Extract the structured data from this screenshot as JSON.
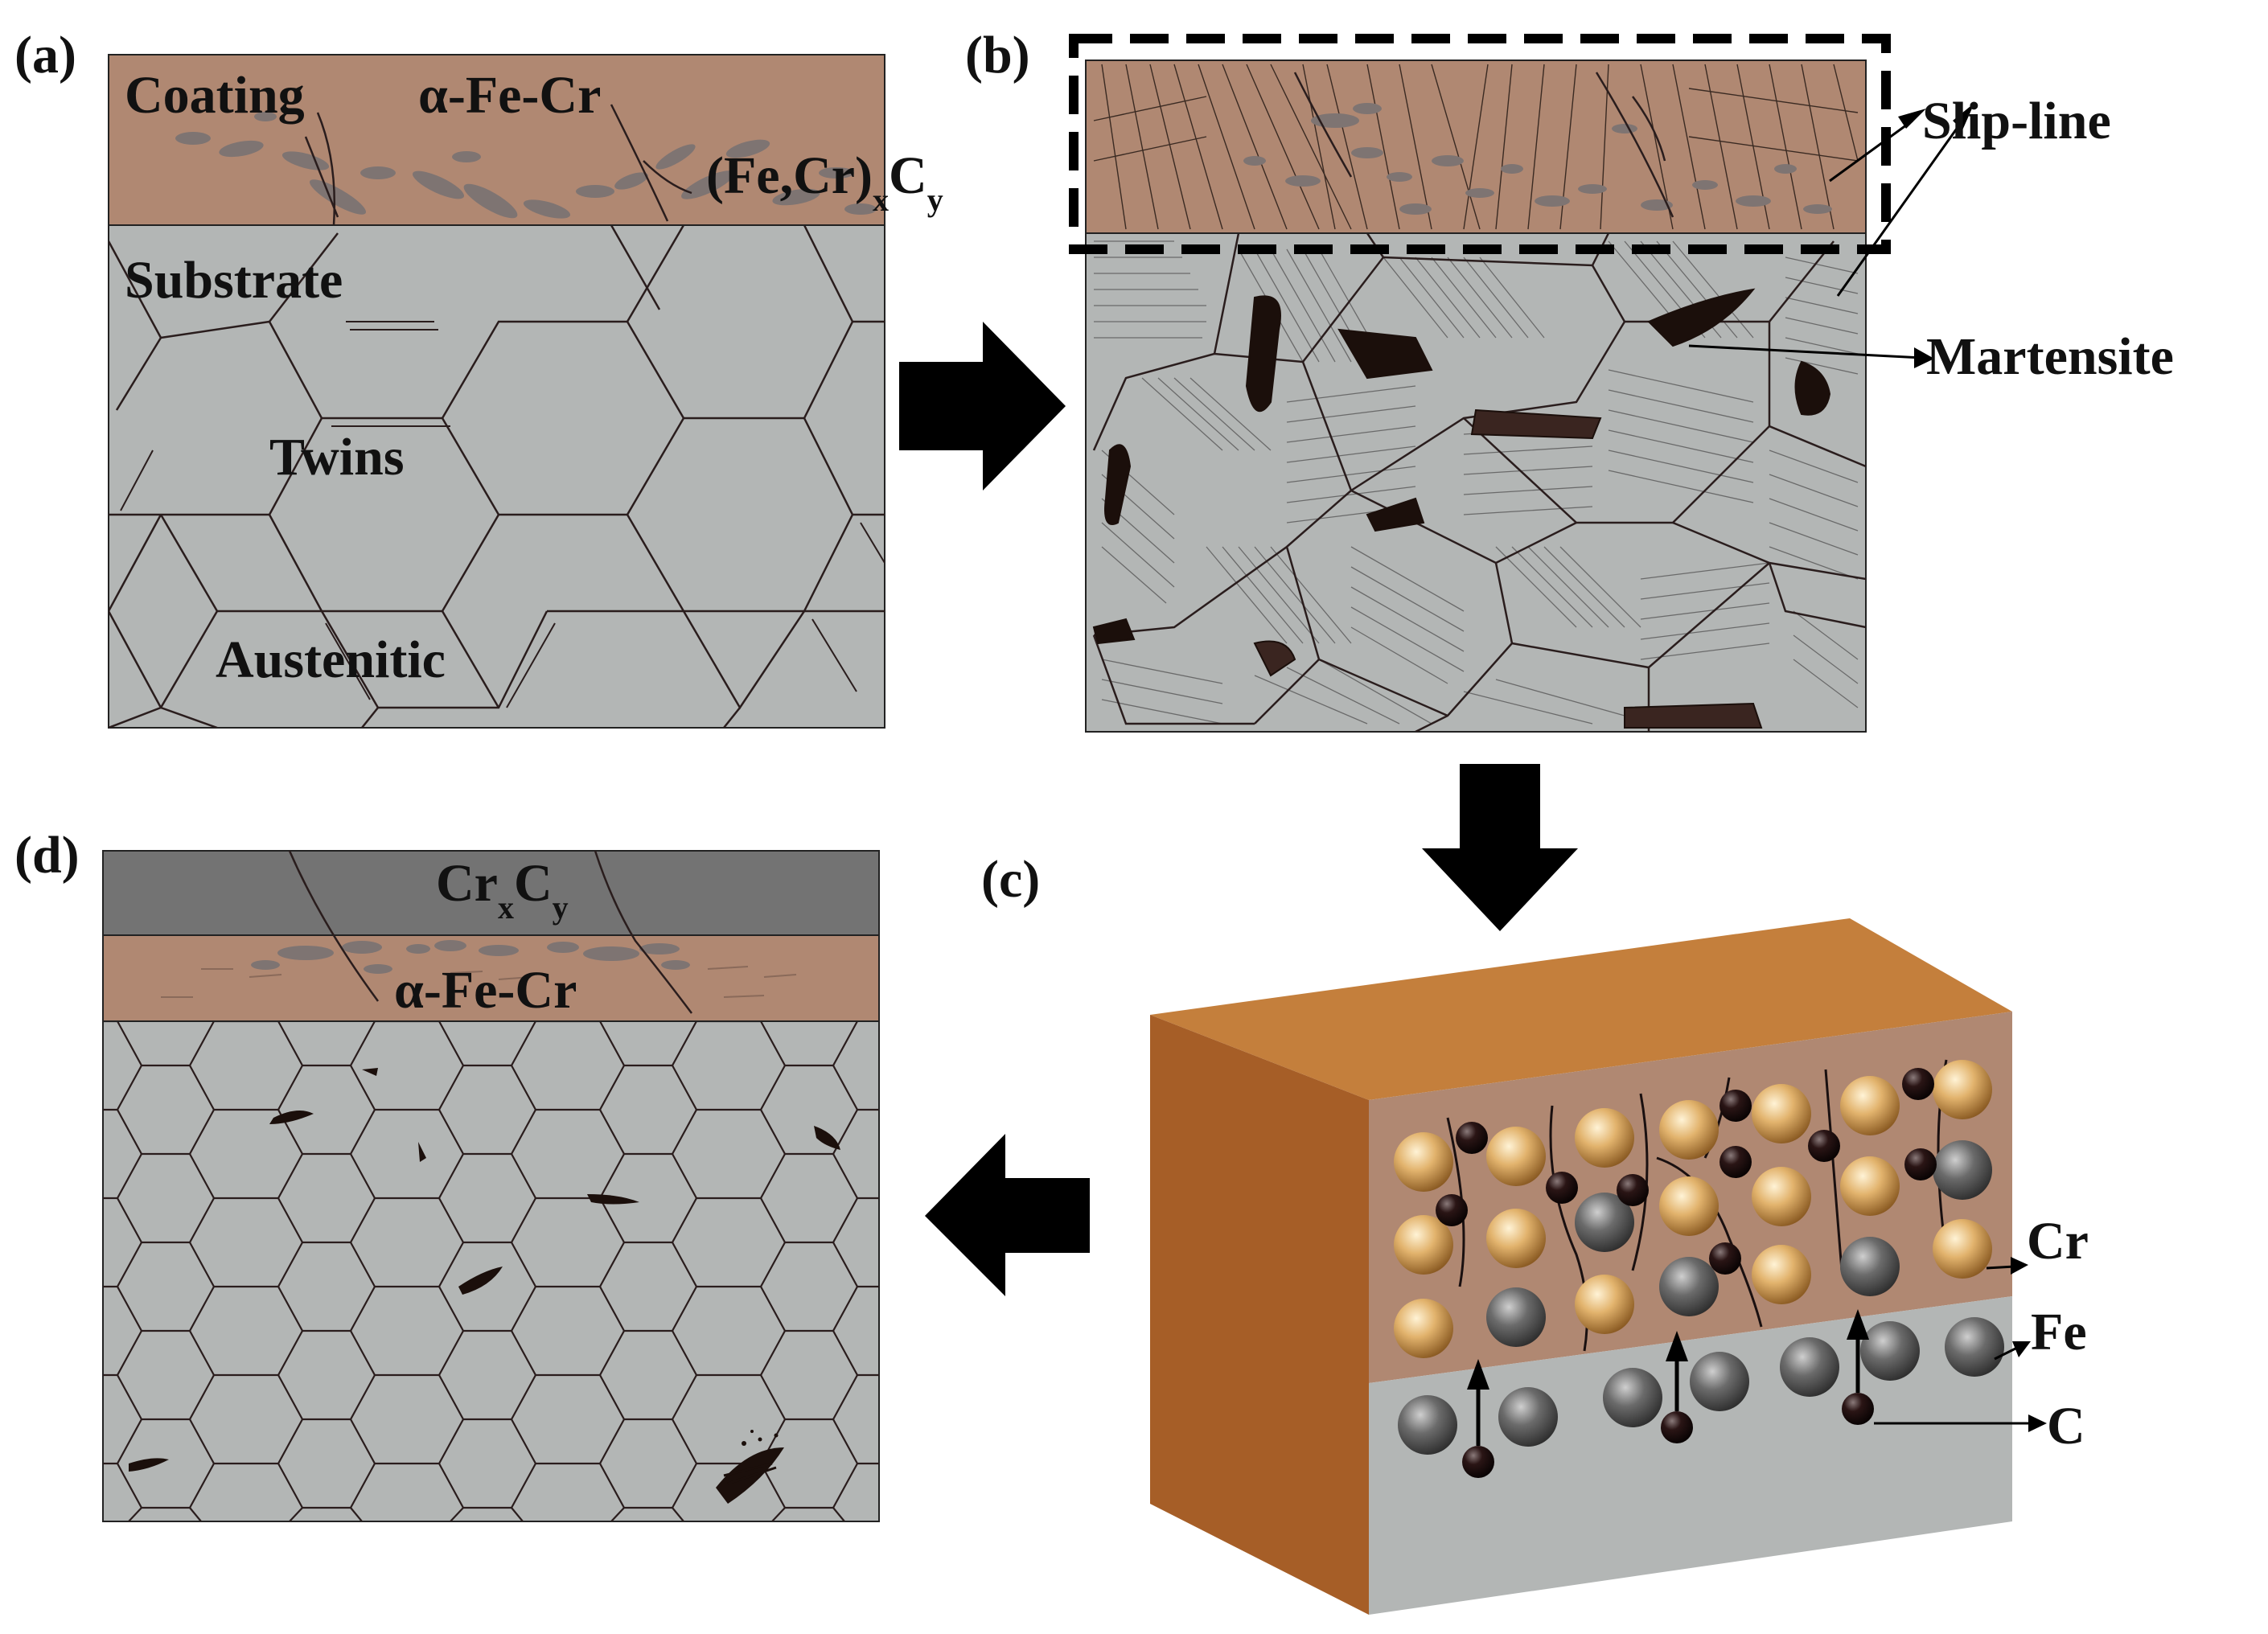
{
  "panels": {
    "a": {
      "label": "(a)",
      "coating_label": "Coating",
      "phase_label": "α-Fe-Cr",
      "carbide_label_main": "(Fe,Cr)",
      "carbide_sub_x": "x",
      "carbide_C": "C",
      "carbide_sub_y": "y",
      "substrate_label": "Substrate",
      "twins_label": "Twins",
      "austenitic_label": "Austenitic"
    },
    "b": {
      "label": "(b)",
      "slip_line_label": "Slip-line",
      "martensite_label": "Martensite"
    },
    "c": {
      "label": "(c)",
      "cr_label": "Cr",
      "fe_label": "Fe",
      "c_label": "C"
    },
    "d": {
      "label": "(d)",
      "carbide_Cr": "Cr",
      "carbide_sub_x": "x",
      "carbide_C": "C",
      "carbide_sub_y": "y",
      "phase_label": "α-Fe-Cr"
    }
  },
  "colors": {
    "coating": "#b08872",
    "substrate": "#b3b6b5",
    "carbide_layer": "#737373",
    "cube_top": "#c47f3c",
    "cube_side": "#a65e27",
    "cr_atom": "#d4a15a",
    "fe_atom": "#5c5c5c",
    "c_atom": "#1f1212",
    "martensite": "#1b0f0b"
  }
}
